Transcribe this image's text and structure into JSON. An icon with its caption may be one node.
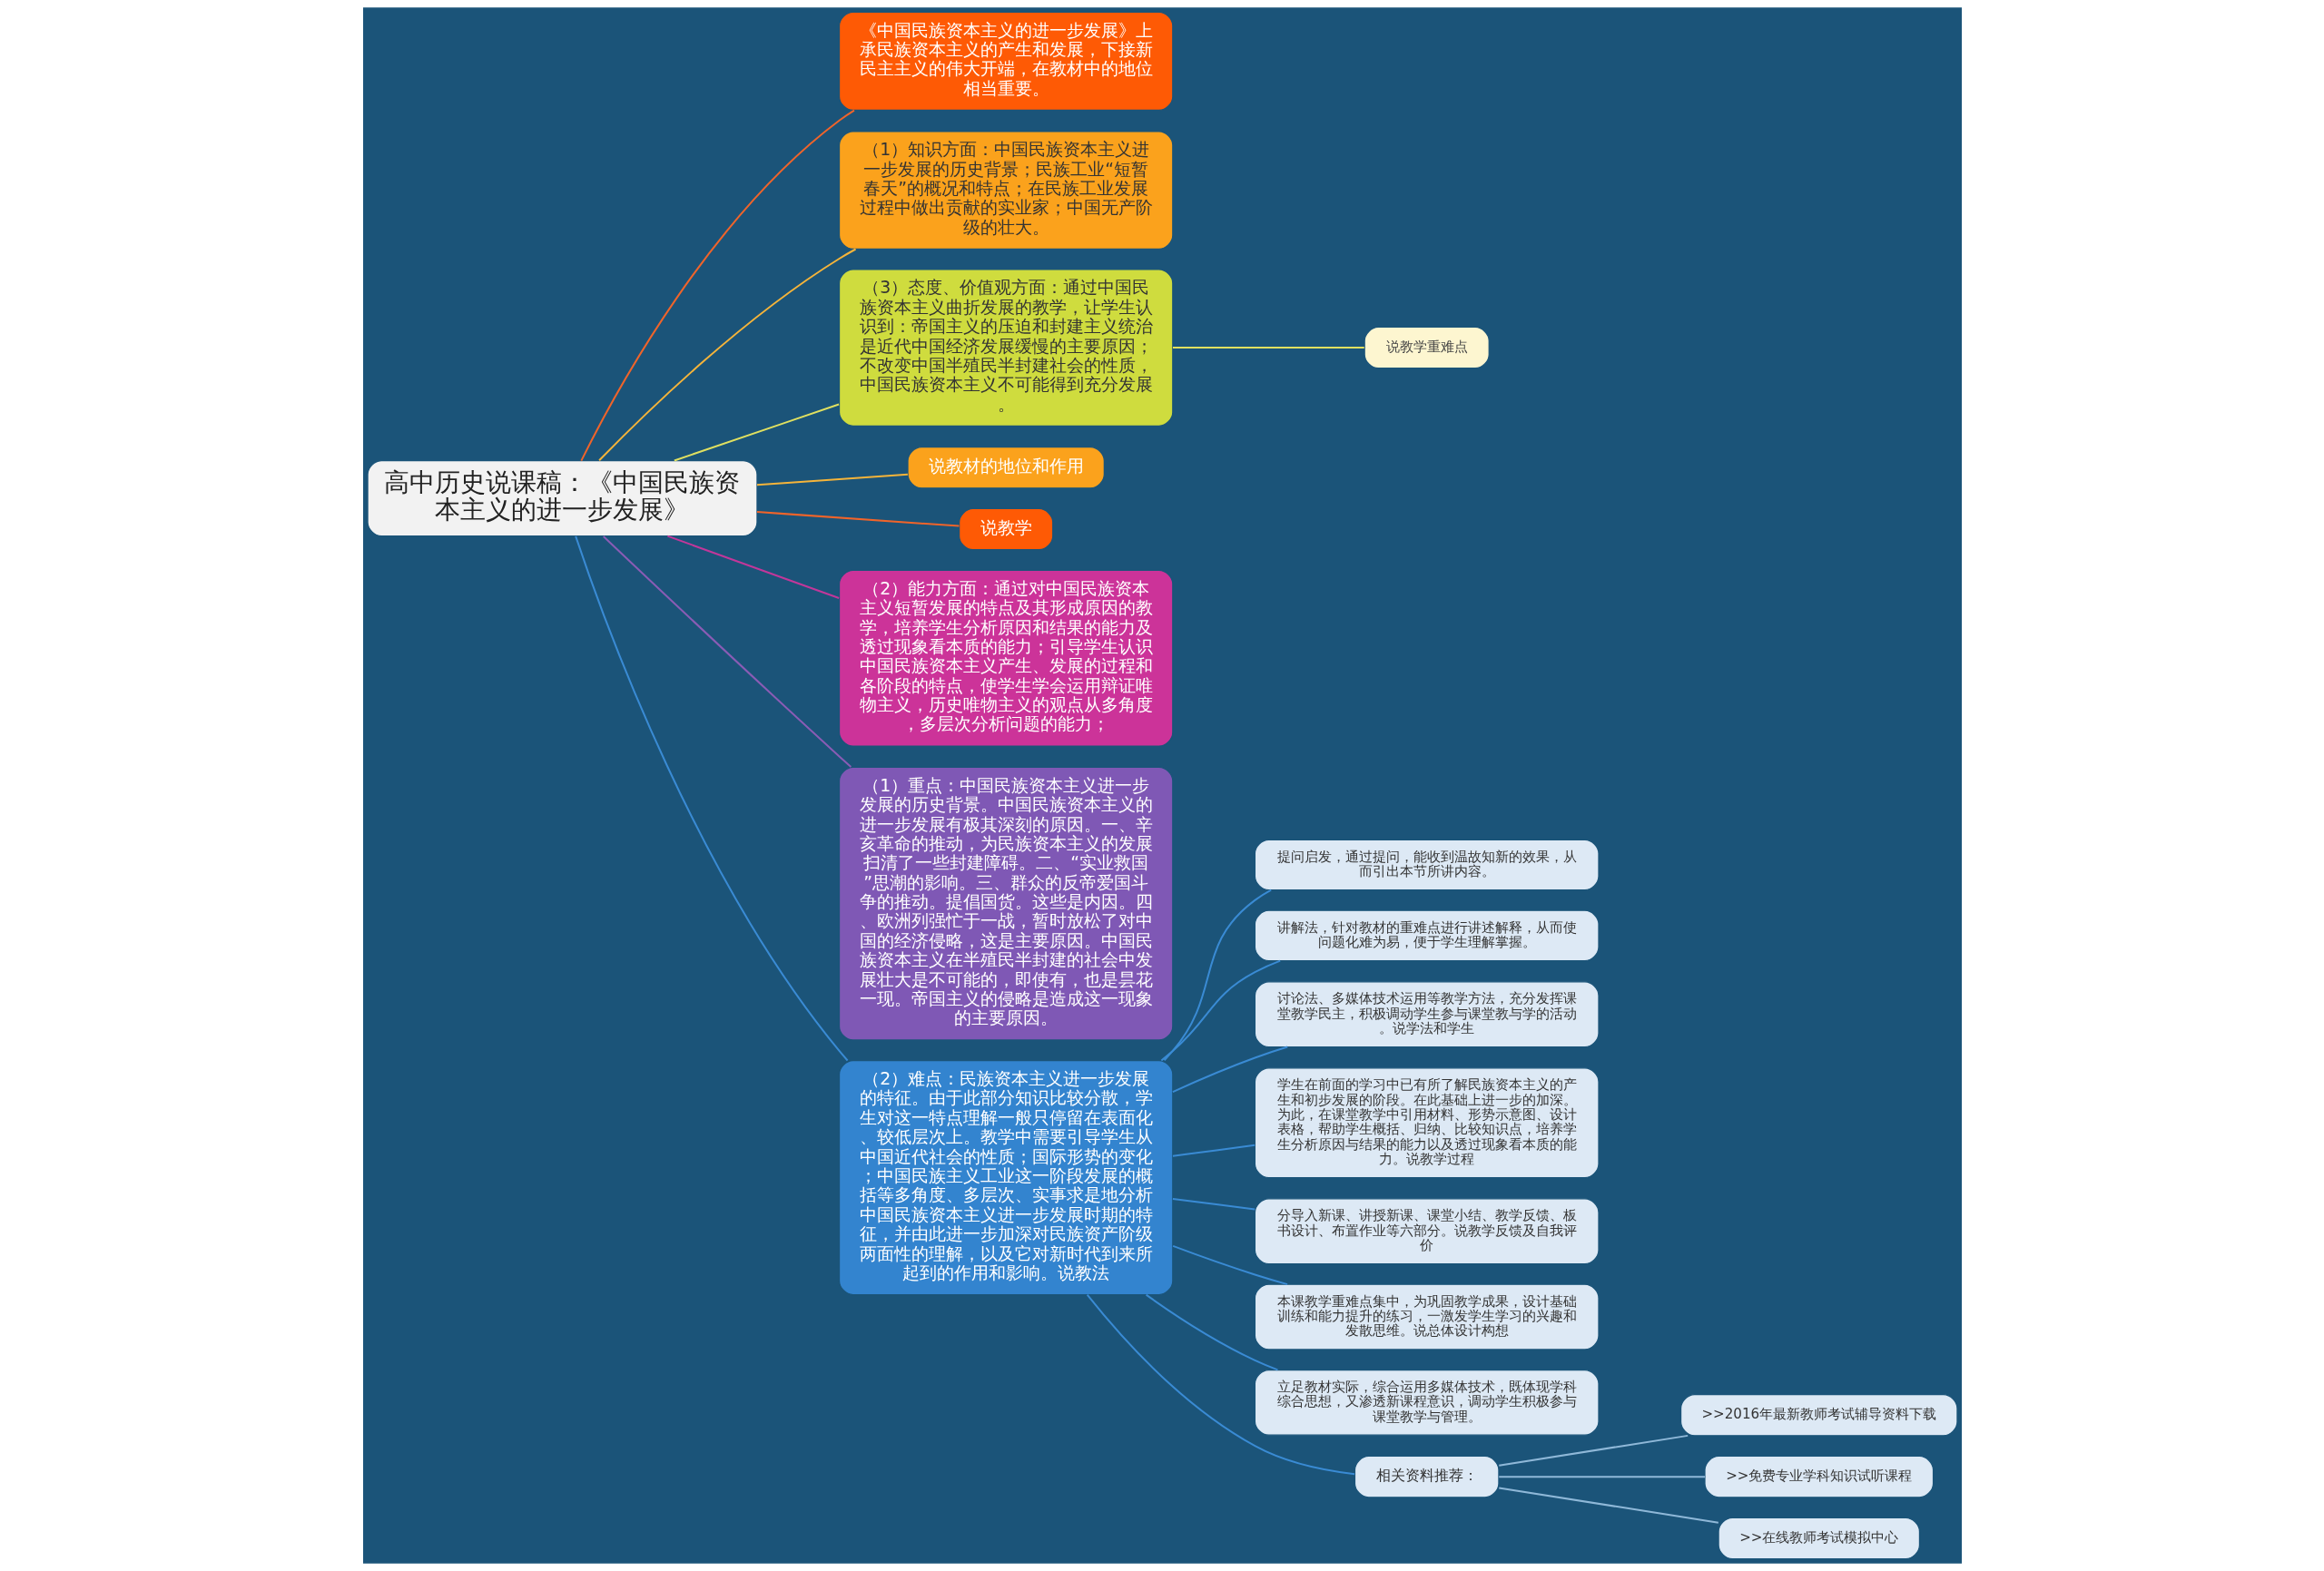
{
  "diagram": {
    "nodes": [
      {
        "text": [
          "高中历史说课稿：《中国民族资本主义的进一步发展》"
        ]
      },
      {
        "text": [
          "《中国民族资本主义的进一步发展》上承民族资本主义的产生和发展，下接新民主主义的伟大开端，在教材中的地位相当重要。"
        ]
      },
      {
        "text": [
          "（1）知识方面：中国民族资本主义进一步发展的历史背景；民族工业“短暂春天”的概况和特点；在民族工业发展过程中做出贡献的实业家；中国无产阶级的壮大。"
        ]
      },
      {
        "text": [
          "（3）态度、价值观方面：通过中国民族资本主义曲折发展的教学，让学生认识到：帝国主义的压迫和封建主义统治是近代中国经济发展缓慢的主要原因；不改变中国半殖民半封建社会的性质，中国民族资本主义不可能得到充分发展。"
        ]
      },
      {
        "text": [
          "说教学重难点"
        ]
      },
      {
        "text": [
          "说教材的地位和作用"
        ]
      },
      {
        "text": [
          "说教学"
        ]
      },
      {
        "text": [
          "（2）能力方面：通过对中国民族资本主义短暂发展的特点及其形成原因的教学，培养学生分析原因和结果的能力及透过现象看本质的能力；引导学生认识中国民族资本主义产生、发展的过程和各阶段的特点，使学生学会运用辩证唯物主义，历史唯物主义的观点从多角度，多层次分析问题的能力；"
        ]
      },
      {
        "text": [
          "（1）重点：中国民族资本主义进一步发展的历史背景。中国民族资本主义的进一步发展有极其深刻的原因。一、辛亥革命的推动，为民族资本主义的发展扫清了一些封建障碍。二、“实业救国”思潮的影响。三、群众的反帝爱国斗争的推动。提倡国货。这些是内因。四、欧洲列强忙于一战，暂时放松了对中国的经济侵略，这是主要原因。中国民族资本主义在半殖民半封建的社会中发展壮大是不可能的，即使有，也是昙花一现。帝国主义的侵略是造成这一现象的主要原因。"
        ]
      },
      {
        "text": [
          "（2）难点：民族资本主义进一步发展的特征。由于此部分知识比较分散，学生对这一特点理解一般只停留在表面化、较低层次上。教学中需要引导学生从中国近代社会的性质；国际形势的变化；中国民族主义工业这一阶段发展的概括等多角度、多层次、实事求是地分析中国民族资本主义进一步发展时期的特征，并由此进一步加深对民族资产阶级两面性的理解，以及它对新时代到来所起到的作用和影响。说教法"
        ]
      },
      {
        "text": [
          "提问启发，通过提问，能收到温故知新的效果，从而引出本节所讲内容。"
        ]
      },
      {
        "text": [
          "讲解法，针对教材的重难点进行讲述解释，从而使问题化难为易，便于学生理解掌握。"
        ]
      },
      {
        "text": [
          "讨论法、多媒体技术运用等教学方法，充分发挥课堂教学民主，积极调动学生参与课堂教与学的活动。说学法和学生"
        ]
      },
      {
        "text": [
          "学生在前面的学习中已有所了解民族资本主义的产生和初步发展的阶段。在此基础上进一步的加深。为此，在课堂教学中引用材料、形势示意图、设计表格，帮助学生概括、归纳、比较知识点，培养学生分析原因与结果的能力以及透过现象看本质的能力。说教学过程"
        ]
      },
      {
        "text": [
          "分导入新课、讲授新课、课堂小结、教学反馈、板书设计、布置作业等六部分。说教学反馈及自我评价"
        ]
      },
      {
        "text": [
          "本课教学重难点集中，为巩固教学成果，设计基础训练和能力提升的练习，一激发学生学习的兴趣和发散思维。说总体设计构想"
        ]
      },
      {
        "text": [
          "立足教材实际，综合运用多媒体技术，既体现学科综合思想，又渗透新课程意识，调动学生积极参与课堂教学与管理。"
        ]
      },
      {
        "text": [
          "相关资料推荐："
        ]
      },
      {
        "text": [
          ">>2016年最新教师考试辅导资料下载"
        ]
      },
      {
        "text": [
          ">>免费专业学科知识试听课程"
        ]
      },
      {
        "text": [
          ">>在线教师考试模拟中心"
        ]
      }
    ],
    "edges": [
      {
        "from": 0,
        "to": 1,
        "arrow": "none",
        "color": "#f0642a"
      },
      {
        "from": 0,
        "to": 2,
        "arrow": "none",
        "color": "#f5b43a"
      },
      {
        "from": 0,
        "to": 3,
        "arrow": "none",
        "color": "#e0e060"
      },
      {
        "from": 3,
        "to": 4,
        "arrow": "none",
        "color": "#e0e060"
      },
      {
        "from": 0,
        "to": 5,
        "arrow": "none",
        "color": "#f5b43a"
      },
      {
        "from": 0,
        "to": 6,
        "arrow": "none",
        "color": "#f0642a"
      },
      {
        "from": 0,
        "to": 7,
        "arrow": "none",
        "color": "#c2379a"
      },
      {
        "from": 0,
        "to": 8,
        "arrow": "none",
        "color": "#8a5cb5"
      },
      {
        "from": 0,
        "to": 9,
        "arrow": "none",
        "color": "#3a8bd4"
      },
      {
        "from": 9,
        "to": 10,
        "arrow": "none",
        "color": "#3a8bd4"
      },
      {
        "from": 9,
        "to": 11,
        "arrow": "none",
        "color": "#3a8bd4"
      },
      {
        "from": 9,
        "to": 12,
        "arrow": "none",
        "color": "#3a8bd4"
      },
      {
        "from": 9,
        "to": 13,
        "arrow": "none",
        "color": "#3a8bd4"
      },
      {
        "from": 9,
        "to": 14,
        "arrow": "none",
        "color": "#3a8bd4"
      },
      {
        "from": 9,
        "to": 15,
        "arrow": "none",
        "color": "#3a8bd4"
      },
      {
        "from": 9,
        "to": 16,
        "arrow": "none",
        "color": "#3a8bd4"
      },
      {
        "from": 9,
        "to": 17,
        "arrow": "none",
        "color": "#3a8bd4"
      },
      {
        "from": 17,
        "to": 18,
        "arrow": "none",
        "color": "#8fb8d8"
      },
      {
        "from": 17,
        "to": 19,
        "arrow": "none",
        "color": "#8fb8d8"
      },
      {
        "from": 17,
        "to": 20,
        "arrow": "none",
        "color": "#8fb8d8"
      }
    ]
  }
}
